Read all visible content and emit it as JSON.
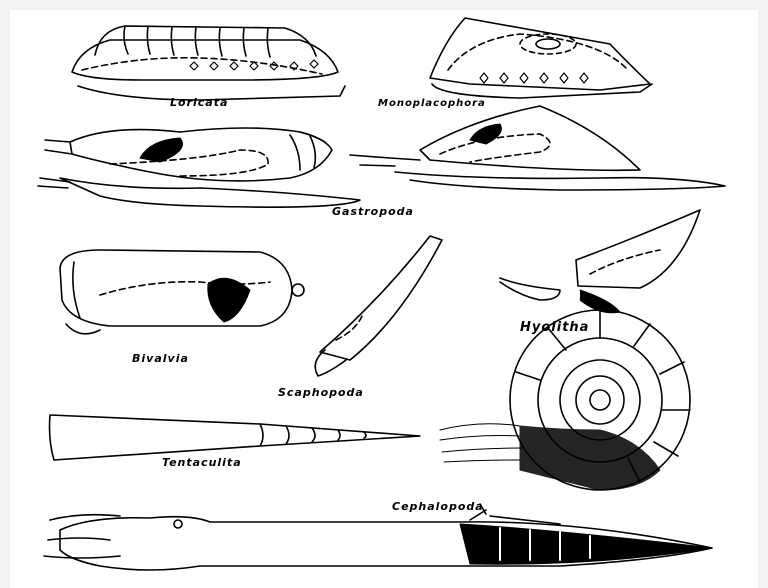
{
  "labels": {
    "loricata": "Loricata",
    "monoplacophora": "Monoplacophora",
    "gastropoda": "Gastropoda",
    "bivalvia": "Bivalvia",
    "scaphopoda": "Scaphopoda",
    "hyolitha": "Hyolitha",
    "tentaculita": "Tentaculita",
    "cephalopoda": "Cephalopoda"
  }
}
